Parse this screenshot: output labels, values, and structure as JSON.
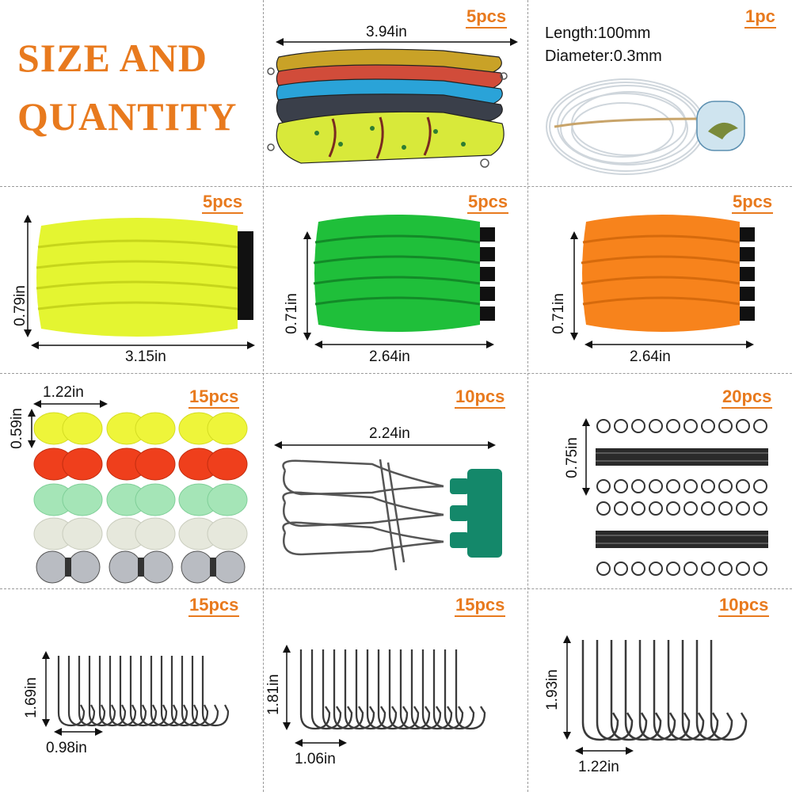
{
  "title": {
    "line1": "SIZE AND",
    "line2": "QUANTITY"
  },
  "colors": {
    "accent": "#e87a1e",
    "divider": "#9a9a9a"
  },
  "cells": {
    "lures": {
      "qty": "5pcs",
      "length": "3.94in"
    },
    "line": {
      "qty": "1pc",
      "length_spec": "Length:100mm",
      "diameter_spec": "Diameter:0.3mm"
    },
    "float_yellow": {
      "qty": "5pcs",
      "height": "0.79in",
      "length": "3.15in"
    },
    "float_green": {
      "qty": "5pcs",
      "height": "0.71in",
      "length": "2.64in"
    },
    "float_orange": {
      "qty": "5pcs",
      "height": "0.71in",
      "length": "2.64in"
    },
    "beads": {
      "qty": "15pcs",
      "width": "1.22in",
      "height": "0.59in"
    },
    "sliders": {
      "qty": "10pcs",
      "length": "2.24in"
    },
    "swivels": {
      "qty": "20pcs",
      "height": "0.75in"
    },
    "hooks_small": {
      "qty": "15pcs",
      "height": "1.69in",
      "width": "0.98in"
    },
    "hooks_medium": {
      "qty": "15pcs",
      "height": "1.81in",
      "width": "1.06in"
    },
    "hooks_large": {
      "qty": "10pcs",
      "height": "1.93in",
      "width": "1.22in"
    }
  }
}
